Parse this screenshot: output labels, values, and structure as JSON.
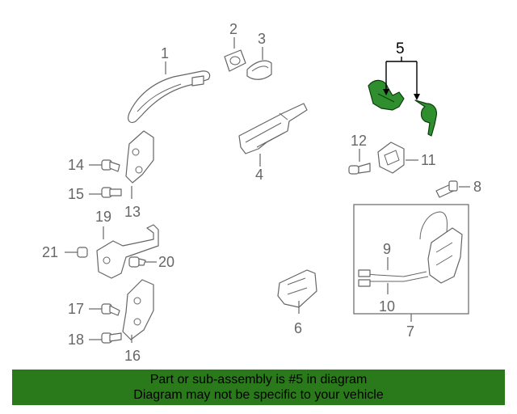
{
  "callouts": {
    "c1": "1",
    "c2": "2",
    "c3": "3",
    "c4": "4",
    "c5": "5",
    "c6": "6",
    "c7": "7",
    "c8": "8",
    "c9": "9",
    "c10": "10",
    "c11": "11",
    "c12": "12",
    "c13": "13",
    "c14": "14",
    "c15": "15",
    "c16": "16",
    "c17": "17",
    "c18": "18",
    "c19": "19",
    "c20": "20",
    "c21": "21"
  },
  "highlighted_part": "5",
  "colors": {
    "highlight": "#2f8f2f",
    "banner": "#2a7a1b",
    "line_art": "#666666"
  },
  "banner": {
    "line1": "Part or sub-assembly is #5 in diagram",
    "line2": "Diagram may not be specific to your vehicle"
  }
}
